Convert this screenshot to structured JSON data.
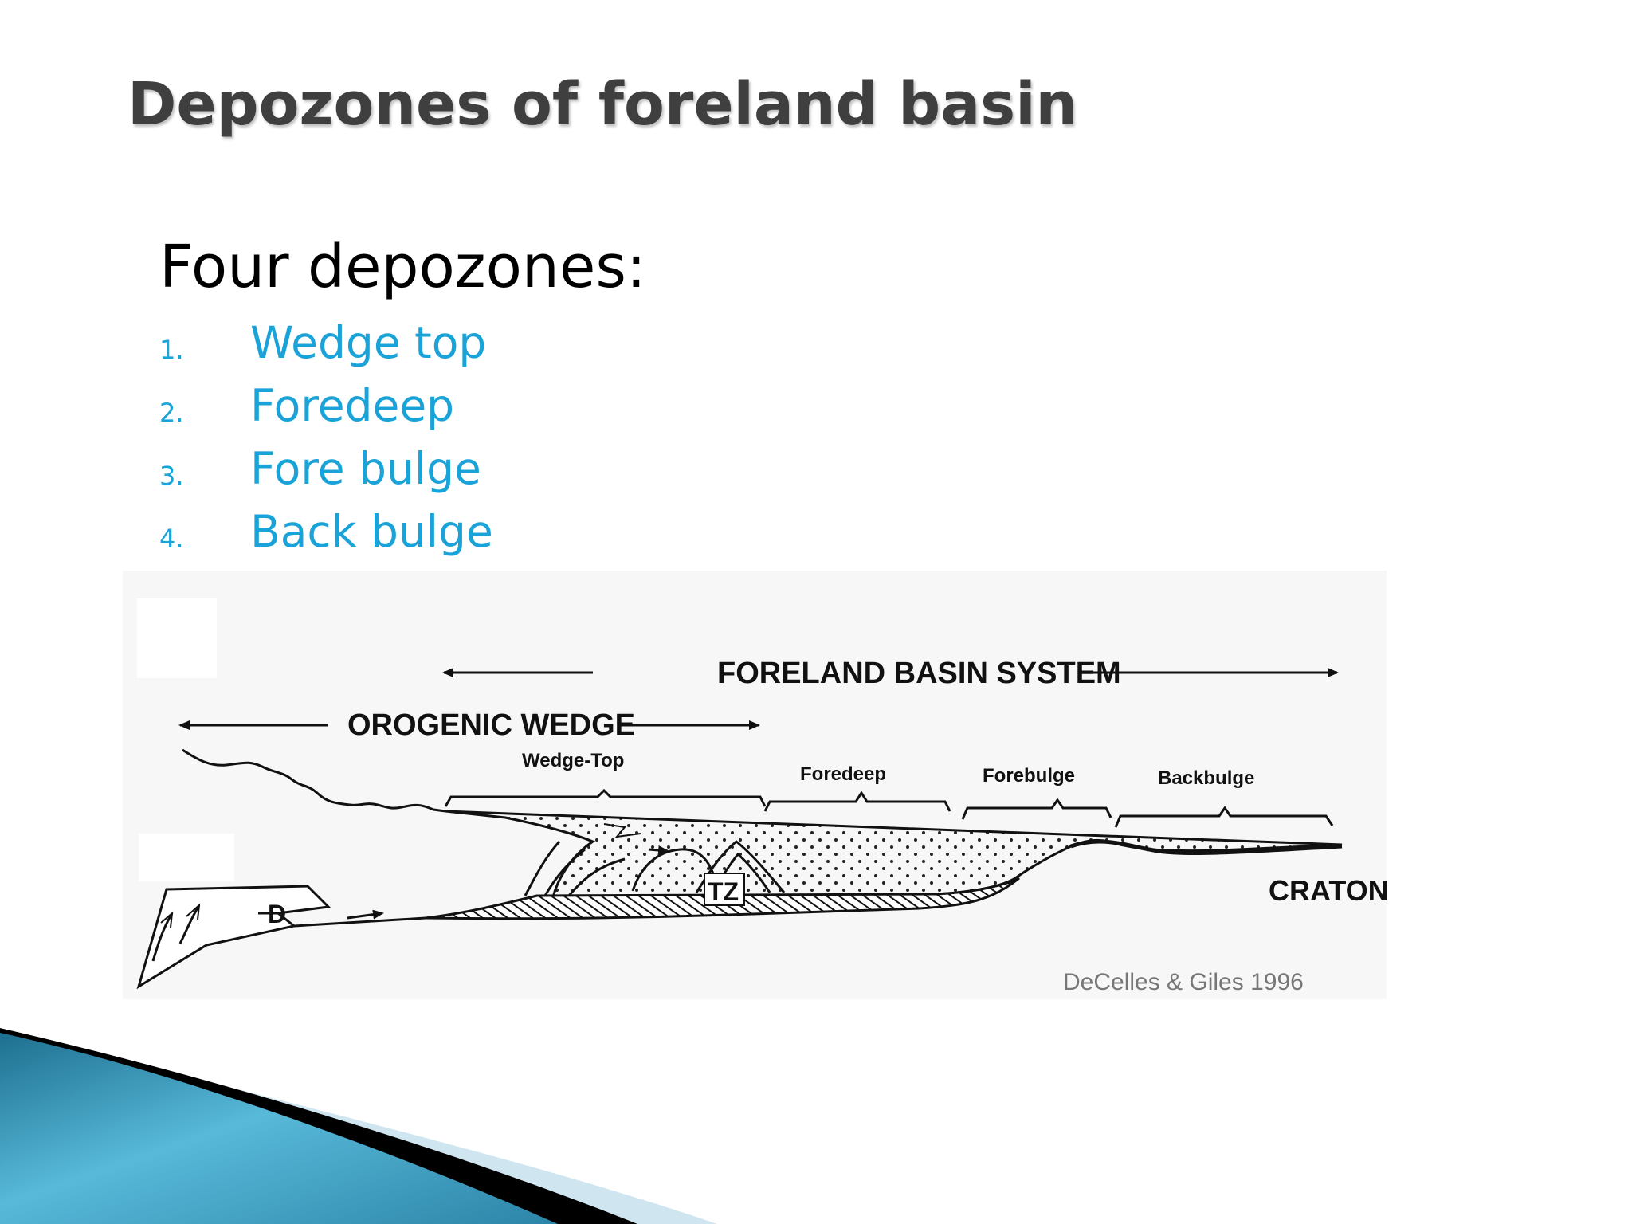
{
  "slide": {
    "title": "Depozones of foreland basin",
    "heading": "Four depozones:",
    "list": [
      {
        "number": "1.",
        "text": "Wedge top"
      },
      {
        "number": "2.",
        "text": "Foredeep"
      },
      {
        "number": "3.",
        "text": "Fore bulge"
      },
      {
        "number": "4.",
        "text": "Back bulge"
      }
    ],
    "accent_color": "#1aa3d8"
  },
  "diagram": {
    "labels": {
      "foreland_basin_system": "FORELAND BASIN SYSTEM",
      "orogenic_wedge": "OROGENIC WEDGE",
      "wedge_top": "Wedge-Top",
      "foredeep": "Foredeep",
      "forebulge": "Forebulge",
      "backbulge": "Backbulge",
      "craton": "CRATON",
      "tz": "TZ",
      "d": "D",
      "credit": "DeCelles & Giles 1996"
    }
  }
}
